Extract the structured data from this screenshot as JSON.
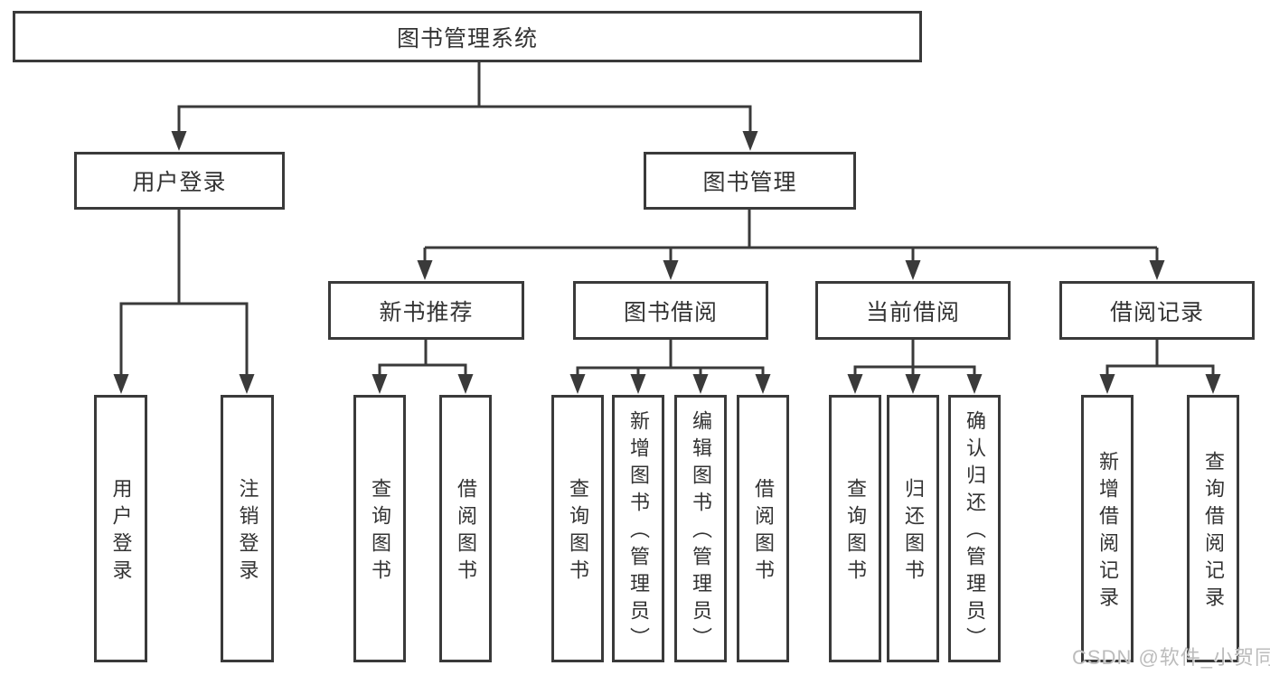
{
  "colors": {
    "line": "#3a3a3a",
    "border": "#3a3a3a",
    "text": "#333333",
    "background": "#ffffff",
    "watermark": "#bcbcbc"
  },
  "tree": {
    "label": "图书管理系统",
    "children": [
      {
        "label": "用户登录",
        "children": [
          {
            "label": "用户登录"
          },
          {
            "label": "注销登录"
          }
        ]
      },
      {
        "label": "图书管理",
        "children": [
          {
            "label": "新书推荐",
            "children": [
              {
                "label": "查询图书"
              },
              {
                "label": "借阅图书"
              }
            ]
          },
          {
            "label": "图书借阅",
            "children": [
              {
                "label": "查询图书"
              },
              {
                "label": "新增图书（管理员）"
              },
              {
                "label": "编辑图书（管理员）"
              },
              {
                "label": "借阅图书"
              }
            ]
          },
          {
            "label": "当前借阅",
            "children": [
              {
                "label": "查询图书"
              },
              {
                "label": "归还图书"
              },
              {
                "label": "确认归还（管理员）"
              }
            ]
          },
          {
            "label": "借阅记录",
            "children": [
              {
                "label": "新增借阅记录"
              },
              {
                "label": "查询借阅记录"
              }
            ]
          }
        ]
      }
    ]
  },
  "watermark": {
    "text": "CSDN @软件_小贺同学"
  }
}
